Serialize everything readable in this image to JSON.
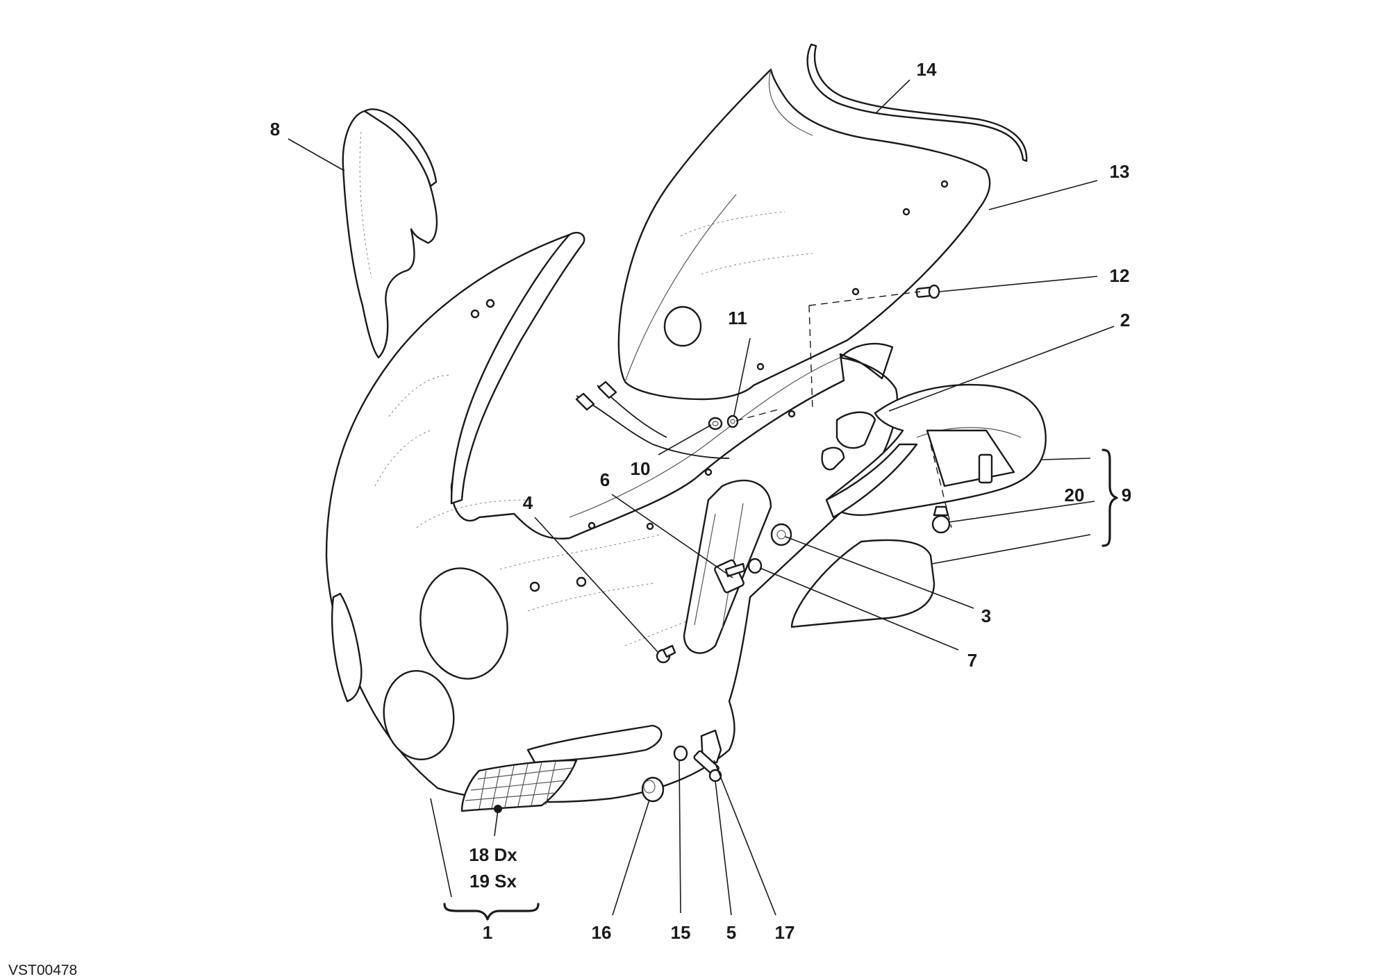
{
  "diagram": {
    "reference_code": "VST00478",
    "callouts": {
      "c1": "1",
      "c2": "2",
      "c3": "3",
      "c4": "4",
      "c5": "5",
      "c6": "6",
      "c7": "7",
      "c8": "8",
      "c9": "9",
      "c10": "10",
      "c11": "11",
      "c12": "12",
      "c13": "13",
      "c14": "14",
      "c15": "15",
      "c16": "16",
      "c17": "17",
      "c18": "18 Dx",
      "c19": "19 Sx",
      "c20": "20"
    }
  }
}
